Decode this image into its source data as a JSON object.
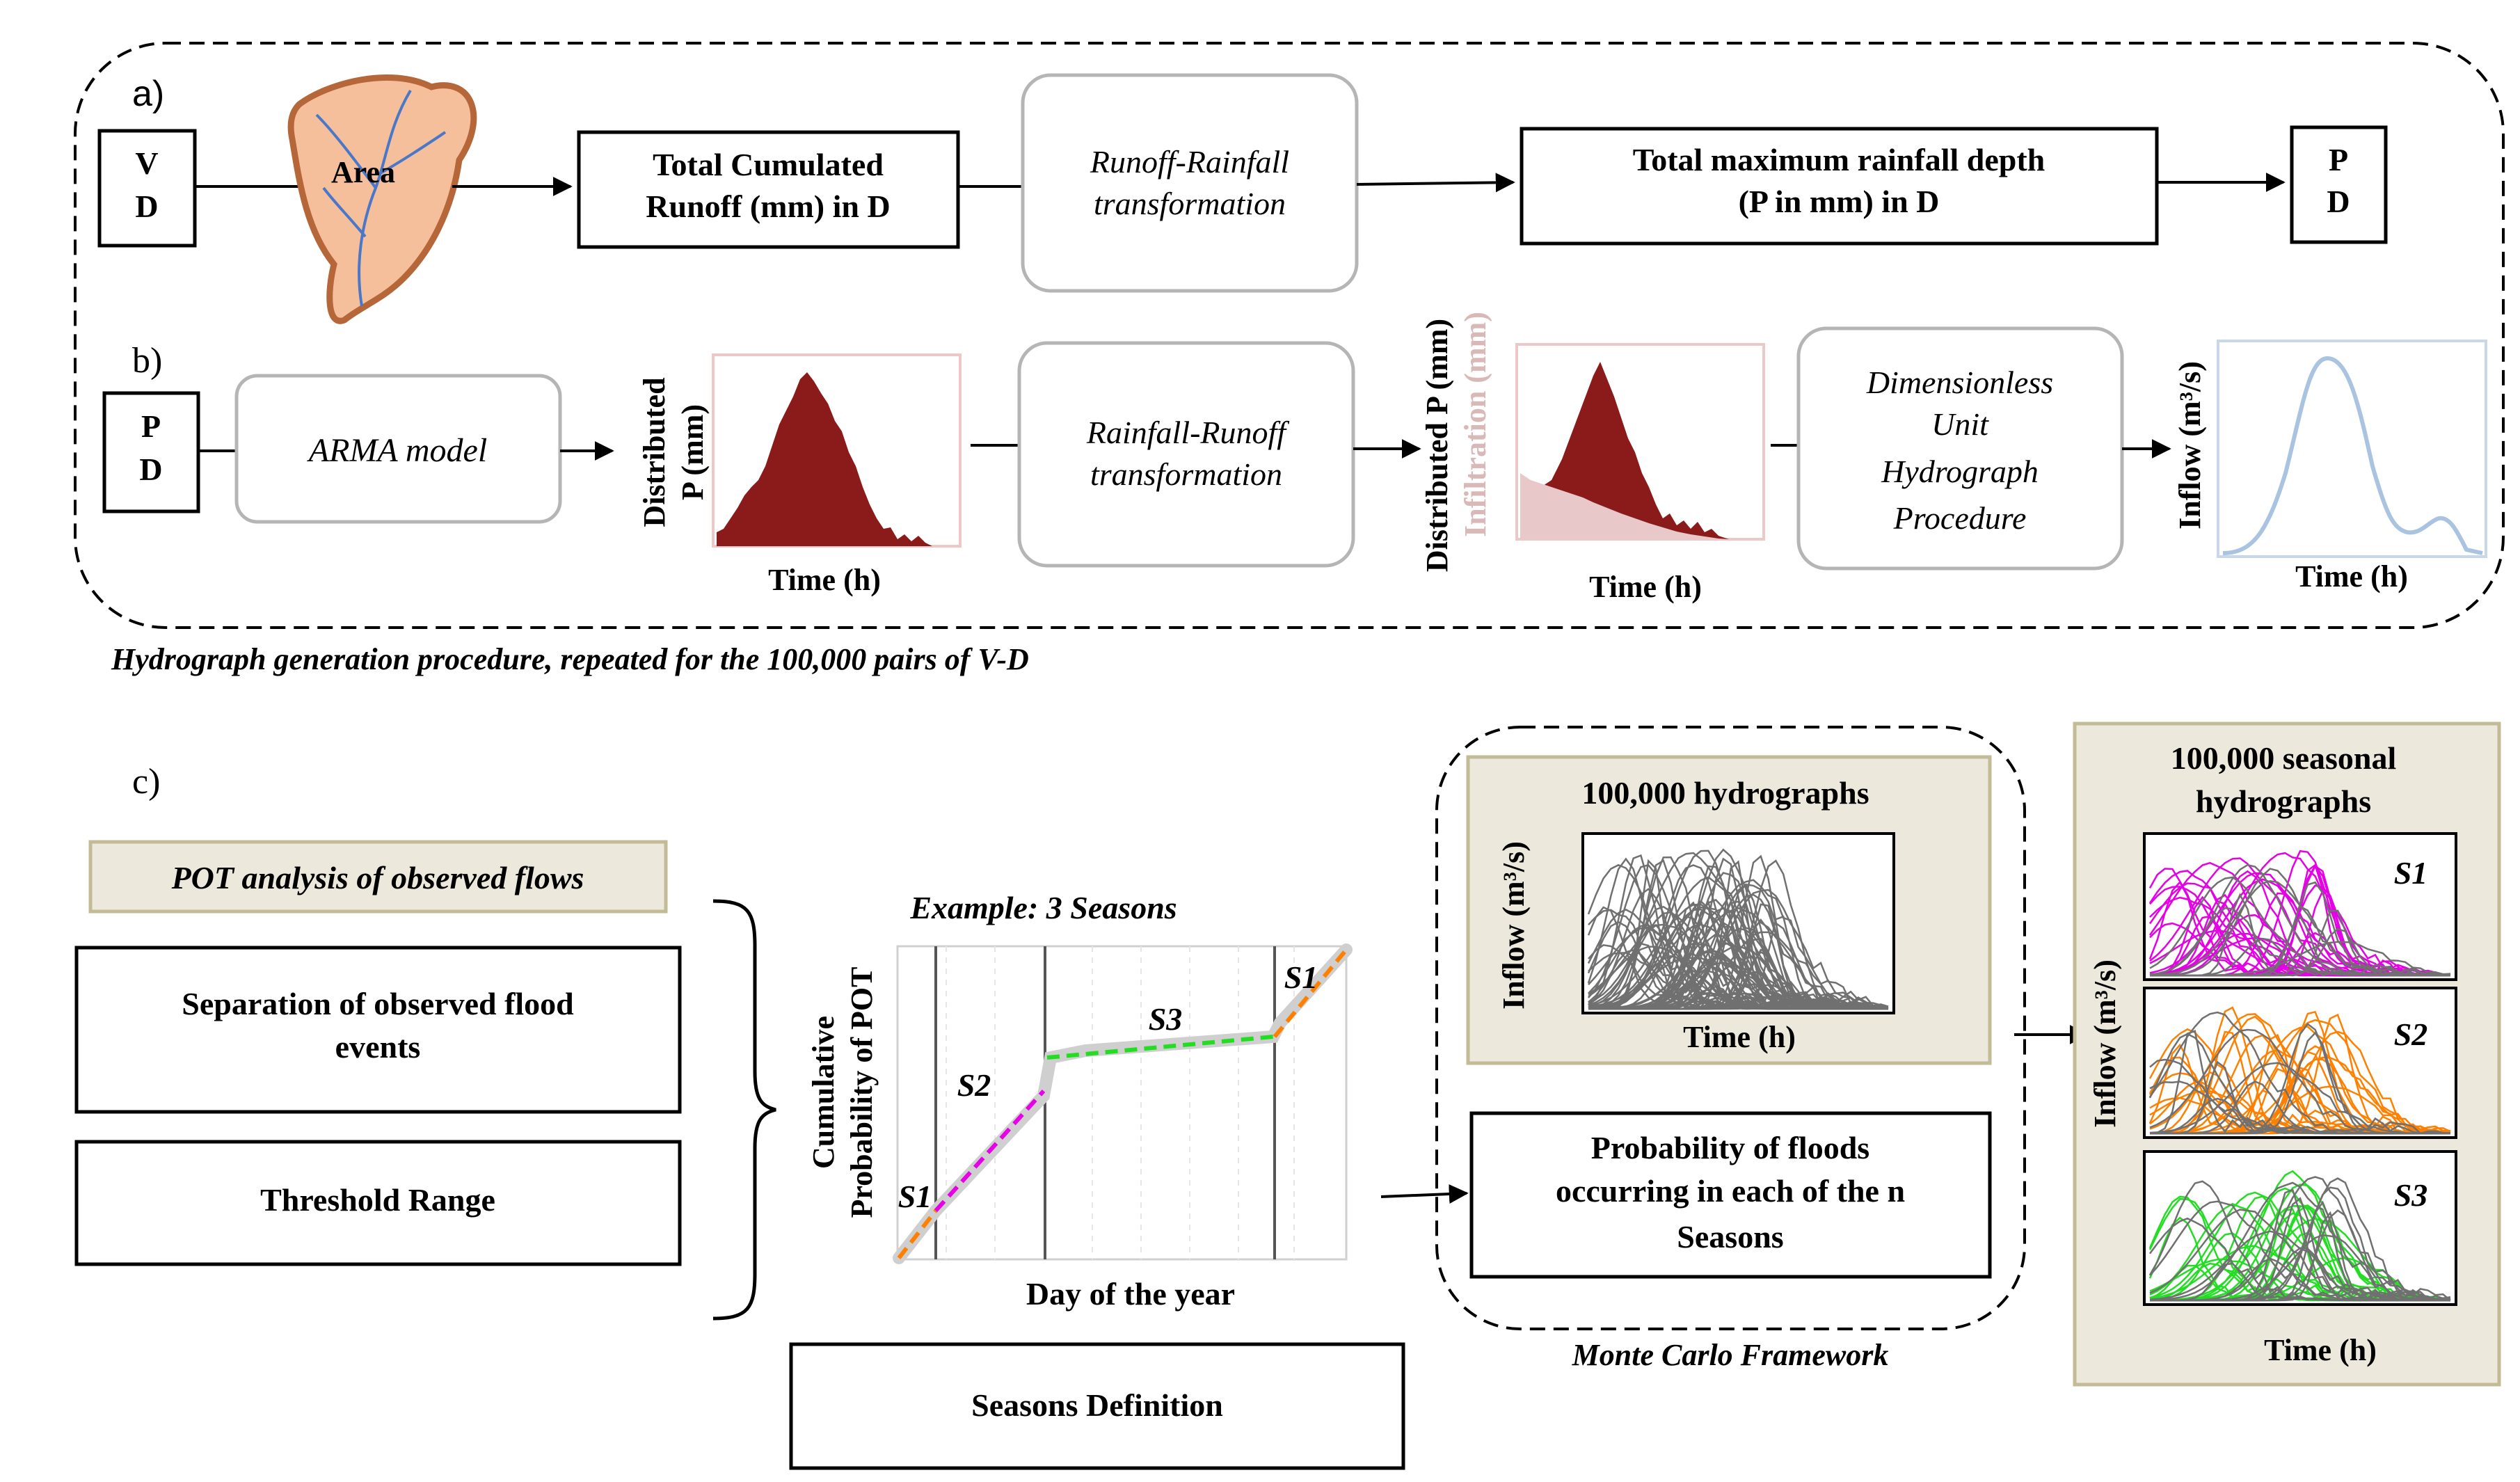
{
  "panel_a": {
    "label": "a)",
    "vd_box": {
      "line1": "V",
      "line2": "D"
    },
    "area_label": "Area",
    "runoff_box": {
      "line1": "Total Cumulated",
      "line2": "Runoff (mm) in D"
    },
    "transform_box": {
      "line1": "Runoff-Rainfall",
      "line2": "transformation"
    },
    "rainfall_box": {
      "line1": "Total maximum rainfall depth",
      "line2": "(P in mm) in D"
    },
    "pd_box": {
      "line1": "P",
      "line2": "D"
    }
  },
  "panel_b": {
    "label": "b)",
    "pd_box": {
      "line1": "P",
      "line2": "D"
    },
    "arma_box": "ARMA model",
    "rain_chart": {
      "ylabel1": "Distributed",
      "ylabel2": "P (mm)",
      "xlabel": "Time (h)"
    },
    "rr_box": {
      "line1": "Rainfall-Runoff",
      "line2": "transformation"
    },
    "infil_chart": {
      "ylabel1": "Distributed P (mm)",
      "ylabel2": "Infiltration (mm)",
      "xlabel": "Time (h)"
    },
    "duh_box": {
      "line1": "Dimensionless",
      "line2": "Unit",
      "line3": "Hydrograph",
      "line4": "Procedure"
    },
    "inflow_chart": {
      "ylabel": "Inflow (m³/s)",
      "xlabel": "Time (h)"
    }
  },
  "caption_ab": "Hydrograph generation procedure, repeated for the 100,000 pairs of V-D",
  "panel_c": {
    "label": "c)",
    "pot_label": "POT analysis of observed flows",
    "separation_box": {
      "line1": "Separation of observed flood",
      "line2": "events"
    },
    "threshold_box": "Threshold Range",
    "example_title": "Example: 3 Seasons",
    "season_chart": {
      "ylabel1": "Cumulative",
      "ylabel2": "Probability of POT",
      "xlabel": "Day of the year",
      "seasons": [
        "S1",
        "S2",
        "S3",
        "S1"
      ]
    },
    "seasons_def_box": "Seasons Definition",
    "mc_hydro_title": "100,000 hydrographs",
    "mc_ylabel": "Inflow (m³/s)",
    "mc_xlabel": "Time (h)",
    "prob_box": {
      "line1": "Probability of floods",
      "line2": "occurring in each of the n",
      "line3": "Seasons"
    },
    "mc_caption": "Monte Carlo Framework",
    "seasonal_title": {
      "line1": "100,000 seasonal",
      "line2": "hydrographs"
    },
    "seasonal_ylabel": "Inflow (m³/s)",
    "seasonal_xlabel": "Time (h)",
    "seasonal_labels": [
      "S1",
      "S2",
      "S3"
    ]
  },
  "colors": {
    "rain": "#8b1a1a",
    "infiltration": "#e8c8c8",
    "hydrograph": "#a9c3e0",
    "area_fill": "#f6bf9c",
    "area_stroke": "#b5673a",
    "river": "#4a78c8",
    "khaki": "#ece9dc",
    "khaki_border": "#c2bb96",
    "s1_pink": "#e600e6",
    "s2_orange": "#ff8000",
    "s3_green": "#22dd22",
    "gray_lines": "#707070"
  }
}
